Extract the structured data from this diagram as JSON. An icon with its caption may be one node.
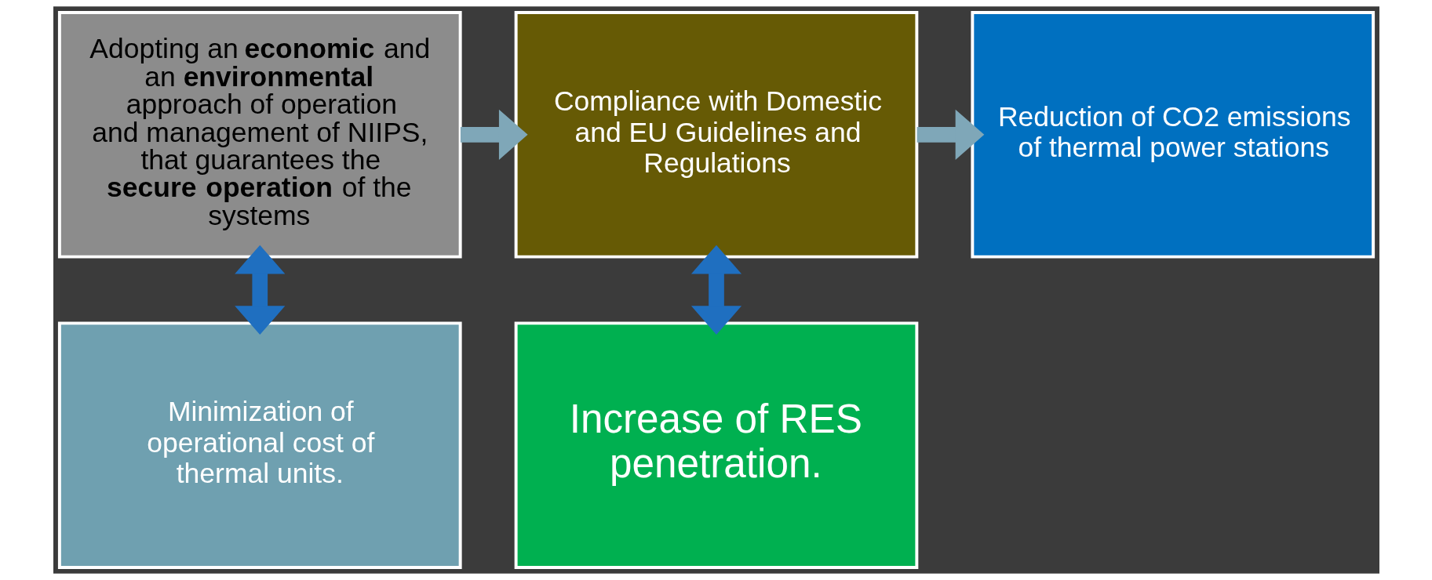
{
  "diagram": {
    "nodes": [
      {
        "text": [
          "Adopting an **economic** and an **environmental** approach of operation and management of NIIPS, that guarantees the **secure operation** of the systems"
        ]
      },
      {
        "text": [
          "Compliance with Domestic and EU Guidelines and Regulations"
        ]
      },
      {
        "text": [
          "Reduction of CO2 emissions of thermal power stations"
        ]
      },
      {
        "text": [
          "Minimization of operational cost of thermal units."
        ]
      },
      {
        "text": [
          "Increase of RES penetration."
        ]
      }
    ],
    "edges": [
      {
        "from": 0,
        "to": 1,
        "arrow": "to",
        "color": "#7fa7b8"
      },
      {
        "from": 1,
        "to": 2,
        "arrow": "to",
        "color": "#7fa7b8"
      },
      {
        "from": 0,
        "to": 3,
        "arrow": "both",
        "color": "#1f6fc0"
      },
      {
        "from": 1,
        "to": 4,
        "arrow": "both",
        "color": "#1f6fc0"
      }
    ]
  }
}
